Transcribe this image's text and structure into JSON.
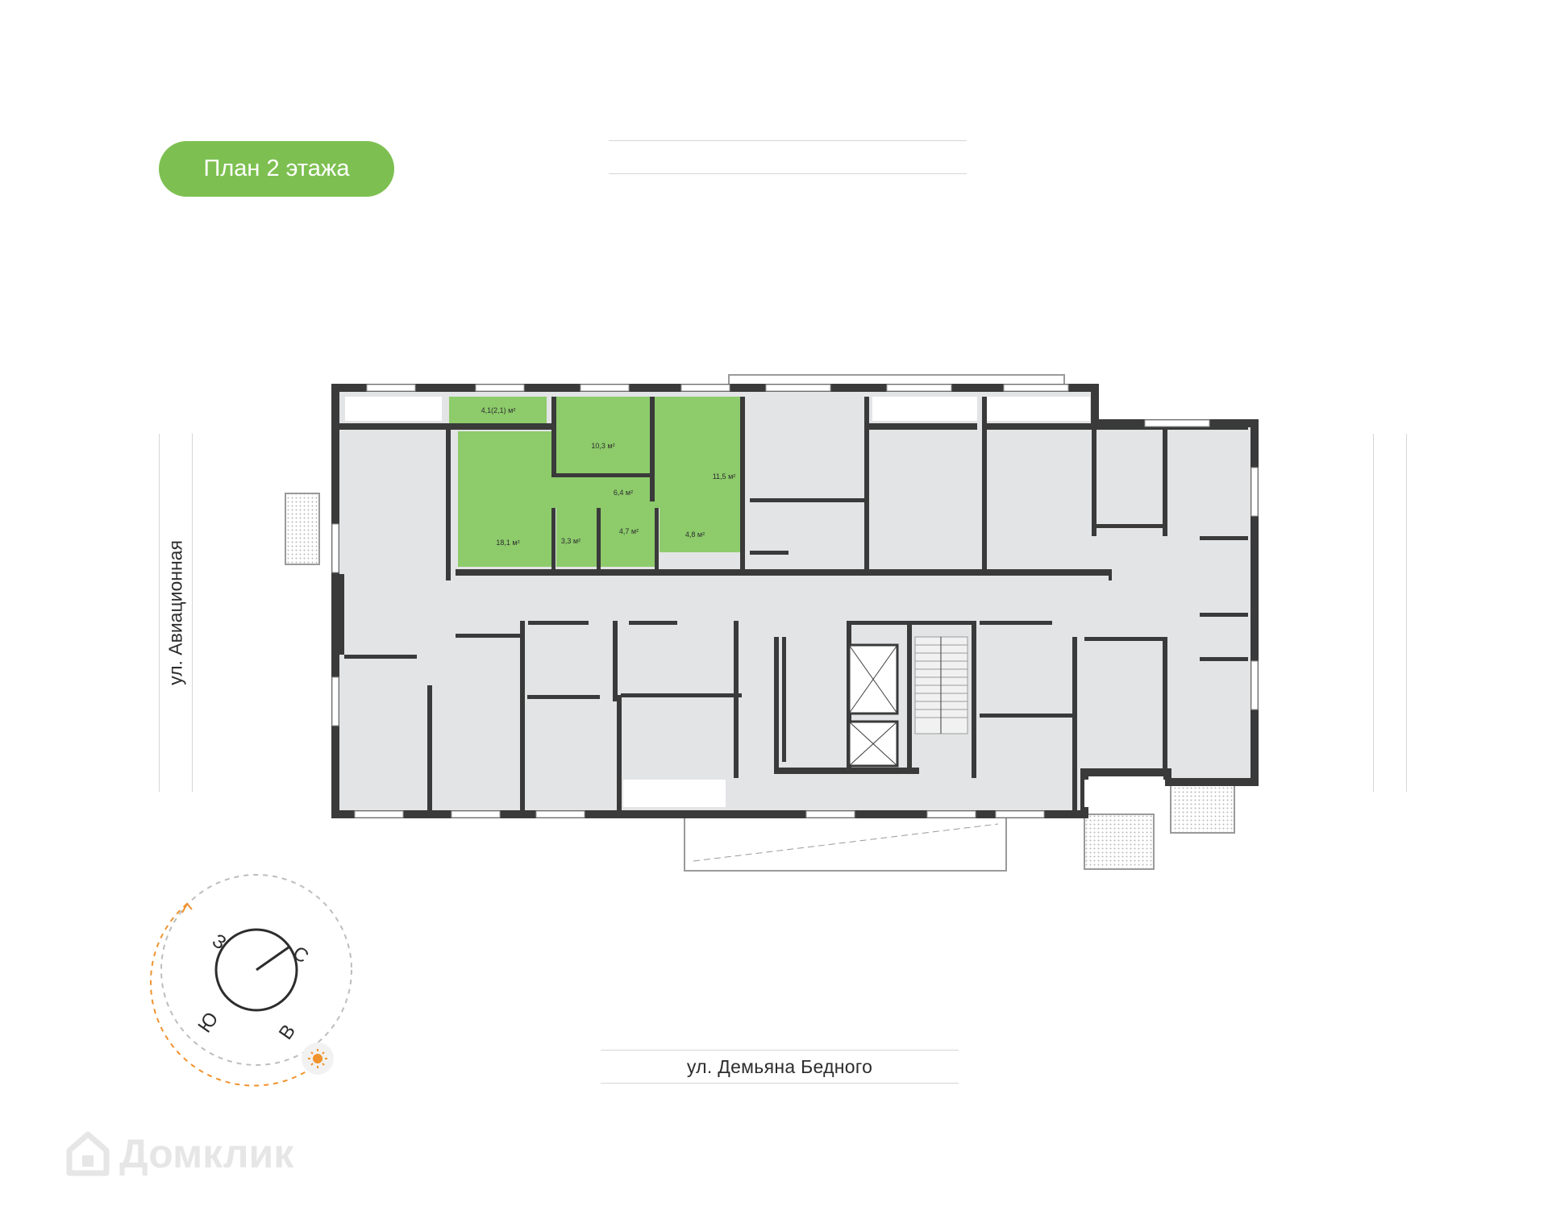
{
  "floor_plan": {
    "title": "План 2 этажа",
    "highlight_color": "#8dcb6b",
    "wall_color": "#3a3a3a",
    "room_color": "#e3e4e6",
    "apartment_rooms": [
      {
        "area": "4,1(2,1) м²"
      },
      {
        "area": "10,3 м²"
      },
      {
        "area": "11,5 м²"
      },
      {
        "area": "6,4 м²"
      },
      {
        "area": "18,1 м²"
      },
      {
        "area": "3,3 м²"
      },
      {
        "area": "4,7 м²"
      },
      {
        "area": "4,8 м²"
      }
    ]
  },
  "streets": {
    "bottom": "ул. Демьяна Бедного",
    "left": "ул. Авиационная"
  },
  "compass": {
    "letters": {
      "north": "С",
      "east": "В",
      "south": "Ю",
      "west": "З"
    },
    "sun_icon": "sun-icon",
    "accent_color": "#f0922e"
  },
  "watermark": {
    "brand": "Домклик",
    "icon": "house-logo-icon"
  }
}
